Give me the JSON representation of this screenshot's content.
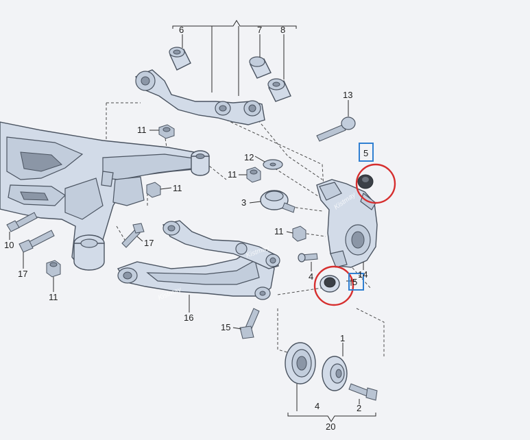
{
  "callouts": [
    {
      "id": "c6",
      "text": "6"
    },
    {
      "id": "c7",
      "text": "7"
    },
    {
      "id": "c8",
      "text": "8"
    },
    {
      "id": "c13",
      "text": "13"
    },
    {
      "id": "c11a",
      "text": "11"
    },
    {
      "id": "c5a",
      "text": "5"
    },
    {
      "id": "c12",
      "text": "12"
    },
    {
      "id": "c11b",
      "text": "11"
    },
    {
      "id": "c11c",
      "text": "11"
    },
    {
      "id": "c3",
      "text": "3"
    },
    {
      "id": "c11d",
      "text": "11"
    },
    {
      "id": "c17a",
      "text": "17"
    },
    {
      "id": "c10",
      "text": "10"
    },
    {
      "id": "c17b",
      "text": "17"
    },
    {
      "id": "c11e",
      "text": "11"
    },
    {
      "id": "c4a",
      "text": "4"
    },
    {
      "id": "c14",
      "text": "14"
    },
    {
      "id": "c5b",
      "text": "5"
    },
    {
      "id": "c16",
      "text": "16"
    },
    {
      "id": "c15",
      "text": "15"
    },
    {
      "id": "c1",
      "text": "1"
    },
    {
      "id": "c4b",
      "text": "4"
    },
    {
      "id": "c2",
      "text": "2"
    },
    {
      "id": "c20",
      "text": "20"
    }
  ],
  "watermark": "Kistmay",
  "colors": {
    "highlight_circle": "#d62e2e",
    "highlight_box": "#2f7fd1",
    "part_fill": "#d2dbe8",
    "outline": "#4a5360"
  }
}
